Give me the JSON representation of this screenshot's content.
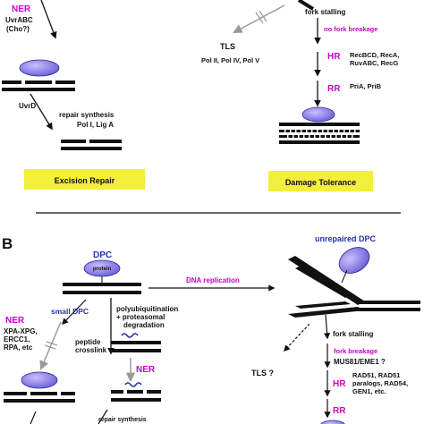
{
  "panel_a": {
    "ner": "NER",
    "uvrabc": "UvrABC",
    "cho": "(Cho?)",
    "uvrd": "UvrD",
    "repair_synthesis": "repair synthesis",
    "pol_lig": "Pol I, Lig A",
    "excision_repair": "Excision Repair",
    "fork_stalling": "fork stalling",
    "no_fork_breakage": "no fork breakage",
    "tls": "TLS",
    "tls_pols": "Pol II, Pol IV, Pol V",
    "hr": "HR",
    "hr_line1": "RecBCD, RecA,",
    "hr_line2": "RuvABC, RecG",
    "rr": "RR",
    "rr_proteins": "PriA, PriB",
    "damage_tolerance": "Damage Tolerance"
  },
  "panel_b": {
    "label": "B",
    "dpc": "DPC",
    "protein": "protein",
    "small_dpc": "small DPC",
    "ner": "NER",
    "ner_line1": "XPA-XPG,",
    "ner_line2": "ERCC1,",
    "ner_line3": "RPA, etc",
    "poly_line1": "polyubiquitination",
    "poly_line2": "+ proteasomal",
    "poly_line3": "degradation",
    "peptide_line1": "peptide",
    "peptide_line2": "crosslink",
    "ner2": "NER",
    "repair_synthesis": "repair synthesis",
    "dna_replication": "DNA replication",
    "unrepaired_dpc": "unrepaired DPC",
    "fork_stalling": "fork stalling",
    "tls": "TLS ?",
    "fork_breakage": "fork breakage",
    "mus81": "MUS81/EME1 ?",
    "hr": "HR",
    "hr_line1": "RAD51, RAD51",
    "hr_line2": "paralogs, RAD54,",
    "hr_line3": "GEN1, etc.",
    "rr": "RR"
  },
  "colors": {
    "text": "#111111",
    "magenta": "#cc00cc",
    "blue": "#2233aa",
    "box_yellow": "#f3ef3a",
    "protein_fill": "#8a7cf0",
    "gray_arrow": "#9a9a9a"
  }
}
